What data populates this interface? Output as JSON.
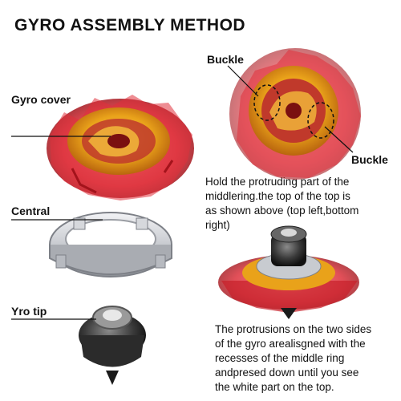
{
  "title": "GYRO ASSEMBLY METHOD",
  "labels": {
    "gyro_cover": "Gyro cover",
    "central": "Central",
    "yro_tip": "Yro tip",
    "buckle_top": "Buckle",
    "buckle_bottom": "Buckle"
  },
  "descriptions": {
    "step1": "Hold the protruding part of the\nmiddlering.the top of the top is\nas shown above (top left,bottom\nright)",
    "step2": "The protrusions on the two sides\nof the gyro arealisgned with the\nrecesses of the middle ring\nandpresed down until you see\nthe white part on the top."
  },
  "colors": {
    "red": "#d9232e",
    "gold": "#e9a21a",
    "silver": "#c8cbd0",
    "dark": "#3a3a3a"
  }
}
